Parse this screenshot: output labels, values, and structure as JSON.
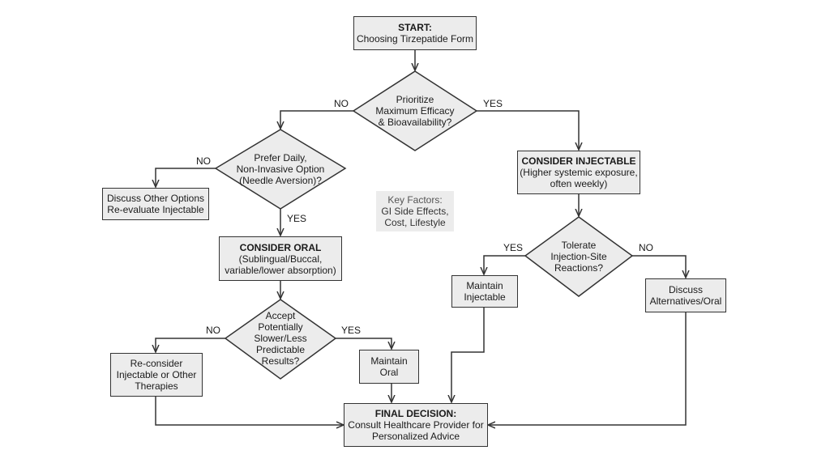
{
  "start": {
    "title": "START:",
    "line": "Choosing Tirzepatide Form"
  },
  "q_efficacy": {
    "lines": [
      "Prioritize",
      "Maximum Efficacy",
      "& Bioavailability?"
    ]
  },
  "q_oral_pref": {
    "lines": [
      "Prefer Daily,",
      "Non-Invasive Option",
      "(Needle Aversion)?"
    ]
  },
  "discuss_other": {
    "lines": [
      "Discuss Other Options",
      "Re-evaluate Injectable"
    ]
  },
  "consider_oral": {
    "title": "CONSIDER ORAL",
    "lines": [
      "(Sublingual/Buccal,",
      "variable/lower absorption)"
    ]
  },
  "q_accept": {
    "lines": [
      "Accept",
      "Potentially",
      "Slower/Less",
      "Predictable",
      "Results?"
    ]
  },
  "reconsider": {
    "lines": [
      "Re-consider",
      "Injectable or Other",
      "Therapies"
    ]
  },
  "maintain_oral": {
    "lines": [
      "Maintain",
      "Oral"
    ]
  },
  "consider_injectable": {
    "title": "CONSIDER INJECTABLE",
    "lines": [
      "(Higher systemic exposure,",
      "often weekly)"
    ]
  },
  "q_tolerate": {
    "lines": [
      "Tolerate",
      "Injection-Site",
      "Reactions?"
    ]
  },
  "maintain_injectable": {
    "lines": [
      "Maintain",
      "Injectable"
    ]
  },
  "discuss_alt": {
    "lines": [
      "Discuss",
      "Alternatives/Oral"
    ]
  },
  "final": {
    "title": "FINAL DECISION:",
    "lines": [
      "Consult Healthcare Provider for",
      "Personalized Advice"
    ]
  },
  "key_factors": {
    "title": "Key Factors:",
    "lines": [
      "GI Side Effects,",
      "Cost, Lifestyle"
    ]
  },
  "labels": {
    "yes": "YES",
    "no": "NO"
  },
  "colors": {
    "box_fill": "#ececec",
    "stroke": "#333333",
    "background": "#ffffff"
  }
}
